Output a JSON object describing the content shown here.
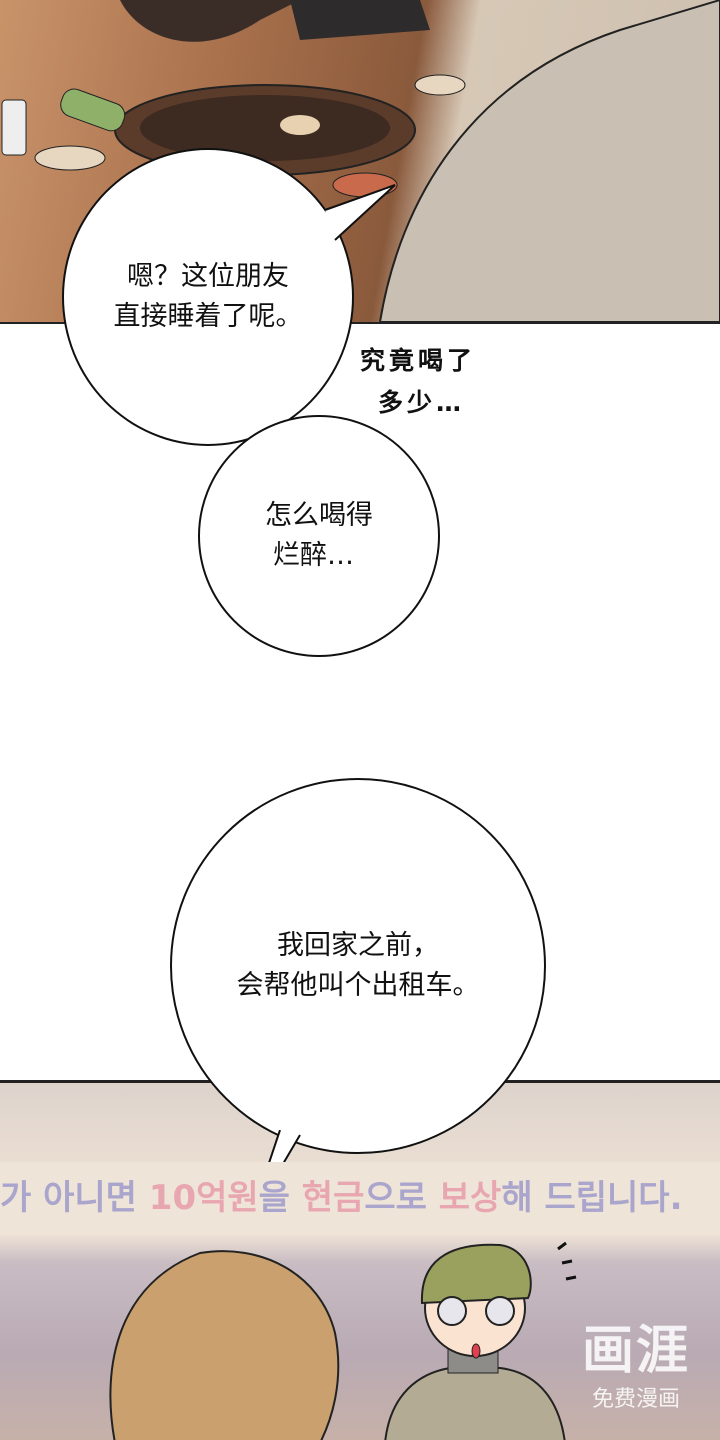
{
  "bubbles": {
    "b1": [
      "嗯？这位朋友",
      "直接睡着了呢。"
    ],
    "b2": [
      "怎么喝得",
      "烂醉…"
    ],
    "b3": [
      "我回家之前，",
      "会帮他叫个出租车。"
    ]
  },
  "narration": [
    "究竟喝了",
    "多少…"
  ],
  "banner": {
    "part1": "가 아니면 ",
    "part2": "10억원",
    "part3": "을 ",
    "part4": "현금",
    "part5": "으로 ",
    "part6": "보상",
    "part7": "해 드립니다."
  },
  "watermark": {
    "logo": "画涯",
    "sub": "免费漫画"
  },
  "colors": {
    "ink": "#111111",
    "bubble": "#ffffff"
  }
}
